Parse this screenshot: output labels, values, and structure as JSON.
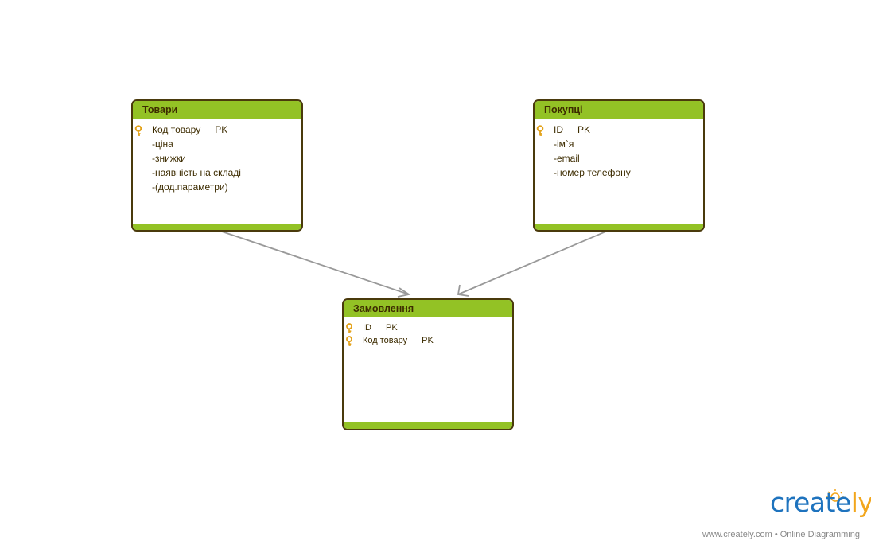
{
  "entities": {
    "tovary": {
      "title": "Товари",
      "attributes": [
        {
          "name": "Код товару",
          "key": "PK",
          "is_key": true
        },
        {
          "name": "-ціна",
          "key": "",
          "is_key": false
        },
        {
          "name": "-знижки",
          "key": "",
          "is_key": false
        },
        {
          "name": "-наявність на складі",
          "key": "",
          "is_key": false
        },
        {
          "name": "-(дод.параметри)",
          "key": "",
          "is_key": false
        }
      ]
    },
    "pokuptsi": {
      "title": "Покупці",
      "attributes": [
        {
          "name": "ID",
          "key": "PK",
          "is_key": true
        },
        {
          "name": "-ім`я",
          "key": "",
          "is_key": false
        },
        {
          "name": "-email",
          "key": "",
          "is_key": false
        },
        {
          "name": "-номер телефону",
          "key": "",
          "is_key": false
        }
      ]
    },
    "zamovlennia": {
      "title": "Замовлення",
      "attributes": [
        {
          "name": "ID",
          "key": "PK",
          "is_key": true
        },
        {
          "name": "Код товару",
          "key": "PK",
          "is_key": true
        }
      ]
    }
  },
  "connectors": [
    {
      "from": "tovary",
      "to": "zamovlennia"
    },
    {
      "from": "pokuptsi",
      "to": "zamovlennia"
    }
  ],
  "colors": {
    "header": "#93c225",
    "border": "#4a3a0c",
    "text": "#3d2c00",
    "key_icon": "#e3a21a",
    "connector": "#999999"
  },
  "branding": {
    "logo_main": "create",
    "logo_accent": "ly",
    "footer": "www.creately.com • Online Diagramming"
  }
}
